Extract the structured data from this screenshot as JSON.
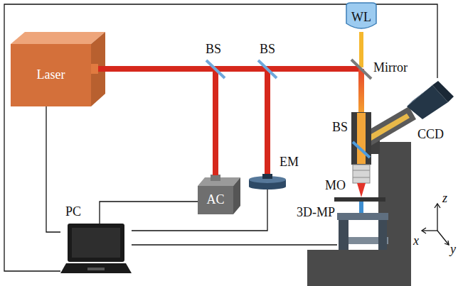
{
  "diagram": {
    "nodes": [
      {
        "text": [
          "Laser"
        ]
      },
      {
        "text": [
          "AC"
        ]
      },
      {
        "text": [
          "EM"
        ]
      },
      {
        "text": [
          "WL"
        ]
      },
      {
        "text": [
          "CCD"
        ]
      },
      {
        "text": [
          "PC"
        ]
      },
      {
        "text": [
          "3D-MP"
        ]
      }
    ],
    "edges": [
      {
        "from": 5,
        "to": 0,
        "arrow": "none"
      },
      {
        "from": 5,
        "to": 1,
        "arrow": "none"
      },
      {
        "from": 5,
        "to": 2,
        "arrow": "none"
      },
      {
        "from": 5,
        "to": 6,
        "arrow": "none"
      },
      {
        "from": 5,
        "to": 4,
        "arrow": "none"
      }
    ],
    "labels": [
      "BS",
      "BS",
      "Mirror",
      "BS",
      "MO",
      "z",
      "x",
      "y"
    ]
  }
}
